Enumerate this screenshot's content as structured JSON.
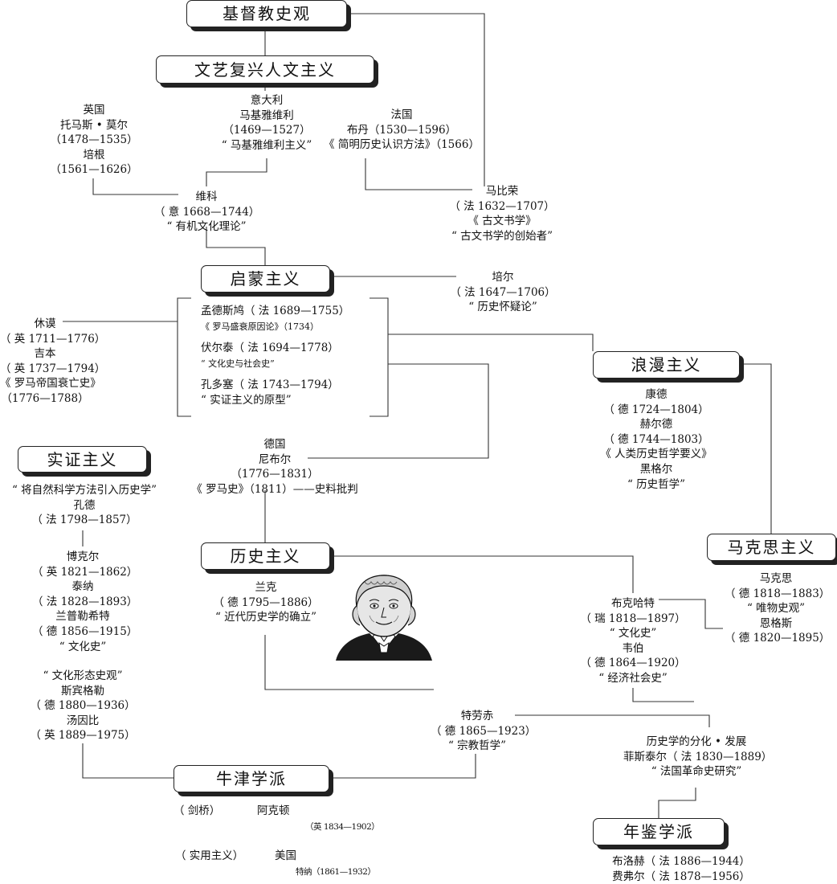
{
  "boxes": {
    "christian": "基督教史观",
    "renaissance": "文艺复兴人文主义",
    "enlightenment": "启蒙主义",
    "romanticism": "浪漫主义",
    "positivism": "实证主义",
    "historicism": "历史主义",
    "marxism": "马克思主义",
    "oxford": "牛津学派",
    "annales": "年鉴学派"
  },
  "england": [
    "英国",
    "托马斯 • 莫尔",
    "（1478—1535）",
    "培根",
    "（1561—1626）"
  ],
  "italy": [
    "意大利",
    "马基雅维利",
    "（1469—1527）",
    "“ 马基雅维利主义”"
  ],
  "france": [
    "法国",
    "布丹（1530—1596）",
    "《 简明历史认识方法》（1566）"
  ],
  "vico": [
    "维科",
    "（ 意 1668—1744）",
    "“ 有机文化理论”"
  ],
  "mabillon": [
    "马比荣",
    "（ 法 1632—1707）",
    "《 古文书学》",
    "“ 古文书学的创始者”"
  ],
  "bayle": [
    "培尔",
    "（ 法 1647—1706）",
    "“ 历史怀疑论”"
  ],
  "hume_gibbon": [
    "休谟",
    "（ 英 1711—1776）",
    "吉本",
    "（ 英 1737—1794）",
    "《 罗马帝国衰亡史》",
    "（1776—1788）"
  ],
  "enlightenment_items": {
    "montesquieu": "孟德斯鸠（ 法 1689—1755）",
    "montesquieu_work": "《 罗马盛衰原因论》（1734）",
    "voltaire": "伏尔泰（ 法 1694—1778）",
    "voltaire_work": "“ 文化史与社会史”",
    "condorcet": "孔多塞（ 法 1743—1794）",
    "condorcet_work": "“ 实证主义的原型”"
  },
  "romantic_people": [
    "康德",
    "（ 德 1724—1804）",
    "赫尔德",
    "（ 德 1744—1803）",
    "《 人类历史哲学要义》",
    "黑格尔",
    "“ 历史哲学”"
  ],
  "niebuhr": [
    "德国",
    "尼布尔",
    "（1776—1831）",
    "《 罗马史》（1811）——史料批判"
  ],
  "positivism_people": [
    "“ 将自然科学方法引入历史学”",
    "孔德",
    "（ 法 1798—1857）"
  ],
  "buckle_group": [
    "博克尔",
    "（ 英 1821—1862）",
    "泰纳",
    "（ 法 1828—1893）",
    "兰普勒希特",
    "（ 德 1856—1915）",
    "“ 文化史”"
  ],
  "spengler_group": [
    "“ 文化形态史观”",
    "斯宾格勒",
    "（ 德 1880—1936）",
    "汤因比",
    "（ 英 1889—1975）"
  ],
  "ranke": [
    "兰克",
    "（ 德 1795—1886）",
    "“ 近代历史学的确立”"
  ],
  "marx": [
    "马克思",
    "（ 德 1818—1883）",
    "“ 唯物史观”",
    "恩格斯",
    "（ 德 1820—1895）"
  ],
  "burckhardt": [
    "布克哈特",
    "（ 瑞 1818—1897）",
    "“ 文化史”",
    "韦伯",
    "（ 德 1864—1920）",
    "“ 经济社会史”"
  ],
  "troeltsch": [
    "特劳赤",
    "（ 德 1865—1923）",
    "“ 宗教哲学”"
  ],
  "fustel": [
    "历史学的分化 • 发展",
    "菲斯泰尔（ 法 1830—1889）",
    "“ 法国革命史研究”"
  ],
  "oxford_notes": {
    "cambridge": "（ 剑桥）",
    "acton": "阿克顿",
    "acton_years": "（英 1834—1902）",
    "pragmatism": "（ 实用主义）",
    "usa": "美国",
    "turner": "特纳（1861—1932）"
  },
  "annales_people": [
    "布洛赫（ 法 1886—1944）",
    "费弗尔（ 法 1878—1956）"
  ],
  "icons": {
    "portrait": "ranke-portrait-icon"
  }
}
